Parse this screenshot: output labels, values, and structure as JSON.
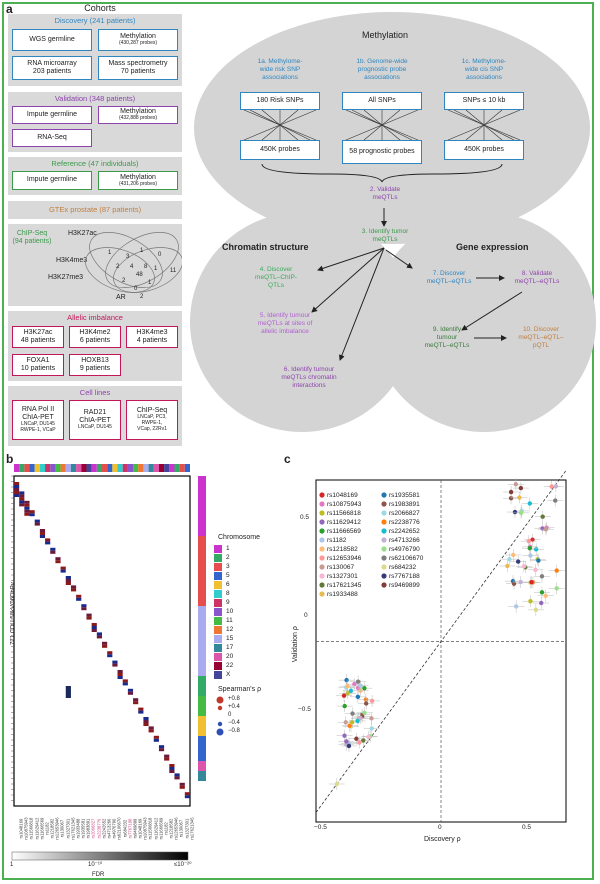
{
  "panel_labels": {
    "a": "a",
    "b": "b",
    "c": "c"
  },
  "cohorts": {
    "title": "Cohorts",
    "discovery": {
      "header": "Discovery (241 patients)",
      "wgs": "WGS germline",
      "methylation": "Methylation",
      "methylation_probes": "(430,287 probes)",
      "rna": "RNA microarray",
      "rna_n": "203 patients",
      "mass": "Mass spectrometry",
      "mass_n": "70 patients"
    },
    "validation": {
      "header": "Validation (348 patients)",
      "impute": "Impute germline",
      "methylation": "Methylation",
      "methylation_probes": "(432,888 probes)",
      "rnaseq": "RNA-Seq"
    },
    "reference": {
      "header": "Reference (47 individuals)",
      "impute": "Impute germline",
      "methylation": "Methylation",
      "methylation_probes": "(431,206 probes)"
    },
    "gtex": {
      "header": "GTEx prostate (87 patients)"
    },
    "chipseq": {
      "label": "ChIP-Seq",
      "patients": "(94 patients)",
      "h3k27ac": "H3K27ac",
      "h3k4me3": "H3K4me3",
      "h3k27me3": "H3K27me3",
      "ar": "AR",
      "venn": [
        "1",
        "3",
        "1",
        "0",
        "2",
        "4",
        "8",
        "48",
        "1",
        "11",
        "2",
        "1",
        "0",
        "2"
      ]
    },
    "allelic": {
      "header": "Allelic imbalance",
      "b1": "H3K27ac",
      "b1n": "48 patients",
      "b2": "H3K4me2",
      "b2n": "6 patients",
      "b3": "H3K4me3",
      "b3n": "4 patients",
      "b4": "FOXA1",
      "b4n": "10 patients",
      "b5": "HOXB13",
      "b5n": "9 patients"
    },
    "cells": {
      "header": "Cell lines",
      "b1": "RNA Pol II",
      "b1b": "ChIA-PET",
      "b1c": "LNCaP, DU145",
      "b1d": "RWPE-1, VCaP",
      "b2": "RAD21",
      "b2b": "ChIA-PET",
      "b2c": "LNCaP, DU145",
      "b3": "ChIP-Seq",
      "b3b": "LNCaP, PC3,",
      "b3c": "RWPE-1,",
      "b3d": "VCap, 22Rv1"
    }
  },
  "methylation": {
    "title": "Methylation",
    "s1a": [
      "1a. Methylome-",
      "wide risk SNP",
      "associations"
    ],
    "s1b": [
      "1b. Genome-wide",
      "prognostic probe",
      "associations"
    ],
    "s1c": [
      "1c. Methylome-",
      "wide cis SNP",
      "associations"
    ],
    "top1": "180 Risk SNPs",
    "top2": "All SNPs",
    "top3": "SNPs ≤ 10 kb",
    "bot1": "450K probes",
    "bot2": "58 prognostic probes",
    "bot3": "450K probes",
    "s2": [
      "2. Validate",
      "meQTLs"
    ],
    "s3": [
      "3. Identify tumor",
      "meQTLs"
    ]
  },
  "chromatin": {
    "title": "Chromatin structure",
    "s4": [
      "4. Discover",
      "meQTL–ChIP-",
      "QTLs"
    ],
    "s5": [
      "5. Identify tumour",
      "meQTLs at sites of",
      "allelic imbalance"
    ],
    "s6": [
      "6. Identify tumour",
      "meQTLs chromatin",
      "interactions"
    ]
  },
  "expression": {
    "title": "Gene expression",
    "s7": [
      "7. Discover",
      "meQTL–eQTLs"
    ],
    "s8": [
      "8. Validate",
      "meQTL–eQTLs"
    ],
    "s9": [
      "9. Identify",
      "tumour",
      "meQTL–eQTLs"
    ],
    "s10": [
      "10. Discover",
      "meQTL–eQTL–",
      "pQTL"
    ]
  },
  "heatmap": {
    "ylabel": "771 CDU 50kVQ6DbPy",
    "chromosome_title": "Chromosome",
    "chromosomes": [
      "1",
      "2",
      "3",
      "5",
      "6",
      "8",
      "9",
      "10",
      "11",
      "12",
      "15",
      "17",
      "20",
      "22",
      "X"
    ],
    "chrom_colors": [
      "#cc33cc",
      "#33aa66",
      "#e64d4d",
      "#3366cc",
      "#f0c030",
      "#33cccc",
      "#cc3366",
      "#8855cc",
      "#44bb44",
      "#ee7733",
      "#aaaaee",
      "#338899",
      "#dd55aa",
      "#990033",
      "#444499"
    ],
    "spearman_title": "Spearman's ρ",
    "spearman": [
      "+0.8",
      "+0.4",
      "0",
      "−0.4",
      "−0.8"
    ],
    "fdr_ticks": [
      "1",
      "10⁻¹⁰",
      "≤10⁻²⁰"
    ],
    "fdr_label": "FDR",
    "xlabels": [
      "rs1048169",
      "rs10875943",
      "rs11566818",
      "rs11629412",
      "rs11666569",
      "rs1182",
      "rs1218582",
      "rs12653946",
      "rs130067",
      "rs1327301",
      "rs17621345",
      "rs1933488",
      "rs1935581",
      "rs1983891",
      "rs2066827",
      "rs2238776",
      "rs2242652",
      "rs4713266",
      "rs4976790",
      "rs62106670",
      "rs684232",
      "rs7767188",
      "rs9469899",
      "rs1048169",
      "rs10875943",
      "rs11566818",
      "rs11629412",
      "rs11666569",
      "rs1182",
      "rs1218582",
      "rs12653946",
      "rs130067",
      "rs1327301",
      "rs17621345"
    ]
  },
  "scatter": {
    "xlabel": "Discovery ρ",
    "ylabel": "Validation ρ",
    "xticks": [
      "−0.5",
      "0",
      "0.5"
    ],
    "yticks": [
      "0.5",
      "0",
      "−0.5"
    ],
    "legend": [
      {
        "name": "rs1048169",
        "color": "#d62728"
      },
      {
        "name": "rs1935581",
        "color": "#1f77b4"
      },
      {
        "name": "rs10875943",
        "color": "#e377c2"
      },
      {
        "name": "rs1983891",
        "color": "#8c564b"
      },
      {
        "name": "rs11566818",
        "color": "#bcbd22"
      },
      {
        "name": "rs2066827",
        "color": "#9edae5"
      },
      {
        "name": "rs11629412",
        "color": "#9467bd"
      },
      {
        "name": "rs2238776",
        "color": "#ff7f0e"
      },
      {
        "name": "rs11666569",
        "color": "#2ca02c"
      },
      {
        "name": "rs2242652",
        "color": "#17becf"
      },
      {
        "name": "rs1182",
        "color": "#aec7e8"
      },
      {
        "name": "rs4713266",
        "color": "#c5b0d5"
      },
      {
        "name": "rs1218582",
        "color": "#ffbb78"
      },
      {
        "name": "rs4976790",
        "color": "#98df8a"
      },
      {
        "name": "rs12653946",
        "color": "#ff9896"
      },
      {
        "name": "rs62106670",
        "color": "#7f7f7f"
      },
      {
        "name": "rs130067",
        "color": "#c49c94"
      },
      {
        "name": "rs684232",
        "color": "#dbdb8d"
      },
      {
        "name": "rs1327301",
        "color": "#f7b6d2"
      },
      {
        "name": "rs7767188",
        "color": "#393b79"
      },
      {
        "name": "rs17621345",
        "color": "#637939"
      },
      {
        "name": "rs9469899",
        "color": "#843c39"
      },
      {
        "name": "rs1933488",
        "color": "#e7ba52"
      }
    ]
  }
}
